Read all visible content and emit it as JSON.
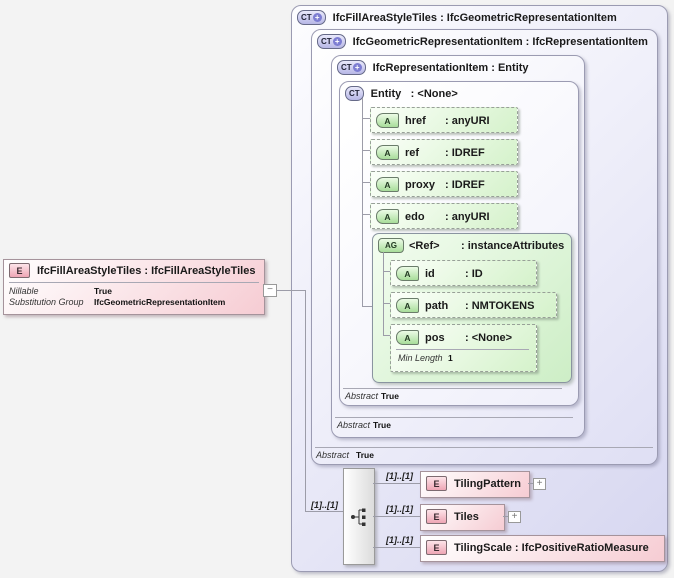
{
  "icons": {
    "element": "E",
    "complex_type": "CT",
    "attribute": "A",
    "attribute_group": "AG",
    "plus": "+",
    "expand": "+",
    "collapse": "−"
  },
  "colors": {
    "type_box_fill": "#d6d6f0",
    "attribute_fill": "#d5f2cb",
    "element_fill": "#f6ccd3",
    "facet_value_red": "#cc1111"
  },
  "element": {
    "title": "IfcFillAreaStyleTiles : IfcFillAreaStyleTiles",
    "properties": [
      {
        "name": "Nillable",
        "value": "True"
      },
      {
        "name": "Substitution Group",
        "value": "IfcGeometricRepresentationItem"
      }
    ]
  },
  "type_boxes": {
    "outer": {
      "title": "IfcFillAreaStyleTiles : IfcGeometricRepresentationItem"
    },
    "geometric": {
      "title": "IfcGeometricRepresentationItem : IfcRepresentationItem",
      "abstract_name": "Abstract",
      "abstract_value": "True"
    },
    "representation": {
      "title": "IfcRepresentationItem : Entity",
      "abstract_name": "Abstract",
      "abstract_value": "True"
    },
    "entity": {
      "name": "Entity",
      "type": ": <None>",
      "abstract_name": "Abstract",
      "abstract_value": "True"
    }
  },
  "entity_attributes": [
    {
      "name": "href",
      "type": ": anyURI"
    },
    {
      "name": "ref",
      "type": ": IDREF"
    },
    {
      "name": "proxy",
      "type": ": IDREF"
    },
    {
      "name": "edo",
      "type": ": anyURI"
    }
  ],
  "attribute_group": {
    "name": "<Ref>",
    "type": ": instanceAttributes",
    "attributes": [
      {
        "name": "id",
        "type": ": ID"
      },
      {
        "name": "path",
        "type": ": NMTOKENS"
      },
      {
        "name": "pos",
        "type": ": <None>",
        "facet_name": "Min Length",
        "facet_value": "1"
      }
    ]
  },
  "sequence": {
    "cardinality": "[1]..[1]",
    "children": [
      {
        "cardinality": "[1]..[1]",
        "title": "TilingPattern",
        "expandable": true
      },
      {
        "cardinality": "[1]..[1]",
        "title": "Tiles",
        "expandable": true
      },
      {
        "cardinality": "[1]..[1]",
        "title": "TilingScale : IfcPositiveRatioMeasure",
        "expandable": false
      }
    ]
  }
}
